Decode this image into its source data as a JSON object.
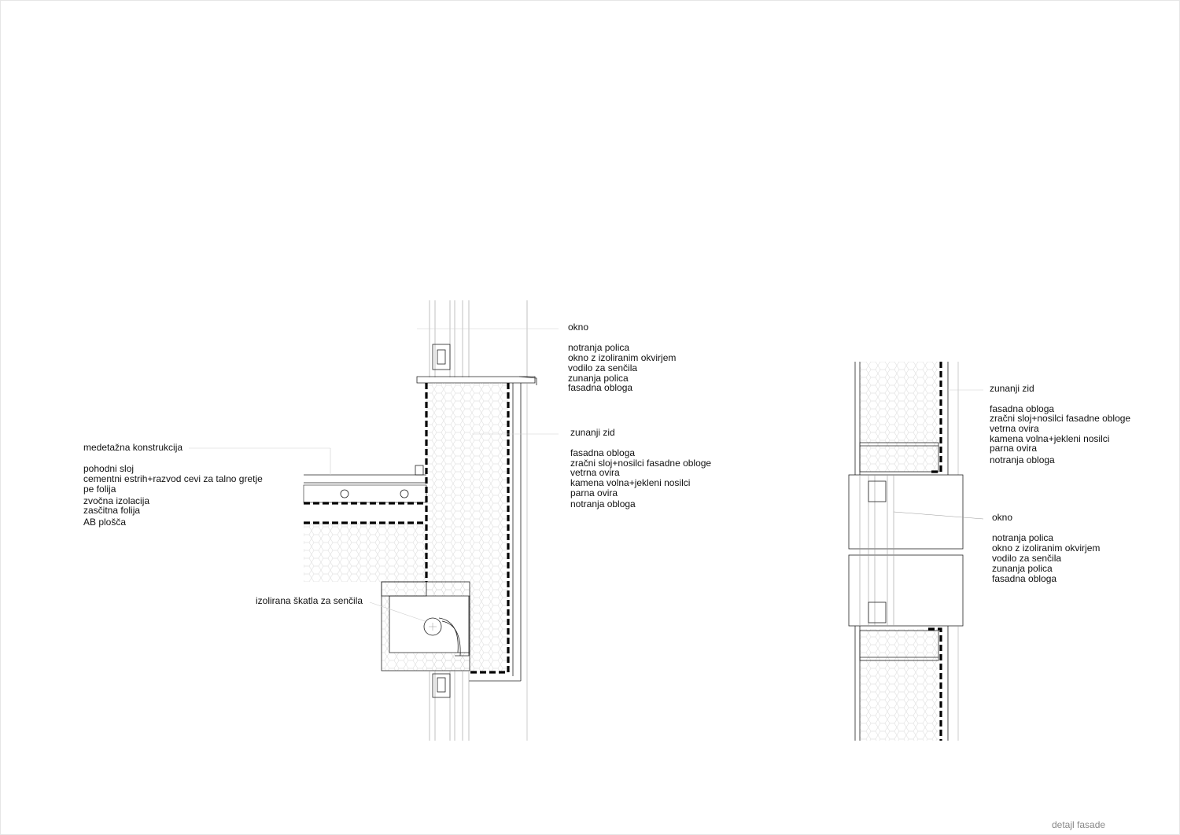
{
  "sheet_title": "detajl fasade",
  "left_detail": {
    "window_group": {
      "heading": "okno",
      "items": [
        "notranja polica",
        "okno z izoliranim okvirjem",
        "vodilo za senčila",
        "zunanja polica",
        "fasadna obloga"
      ]
    },
    "wall_group": {
      "heading": "zunanji zid",
      "items": [
        "fasadna obloga",
        "zračni sloj+nosilci fasadne obloge",
        "vetrna ovira",
        "kamena volna+jekleni nosilci",
        "parna ovira",
        "notranja obloga"
      ]
    },
    "floor_group": {
      "heading": "medetažna konstrukcija",
      "items": [
        "pohodni sloj",
        "cementni estrih+razvod cevi za talno gretje",
        "pe folija",
        "zvočna izolacija",
        "zasčitna folija",
        "AB plošča"
      ]
    },
    "shade_box_label": "izolirana škatla za senčila"
  },
  "right_detail": {
    "wall_group": {
      "heading": "zunanji zid",
      "items": [
        "fasadna obloga",
        "zračni sloj+nosilci fasadne obloge",
        "vetrna ovira",
        "kamena volna+jekleni nosilci",
        "parna ovira",
        "notranja obloga"
      ]
    },
    "window_group": {
      "heading": "okno",
      "items": [
        "notranja polica",
        "okno z izoliranim okvirjem",
        "vodilo za senčila",
        "zunanja polica",
        "fasadna obloga"
      ]
    }
  }
}
